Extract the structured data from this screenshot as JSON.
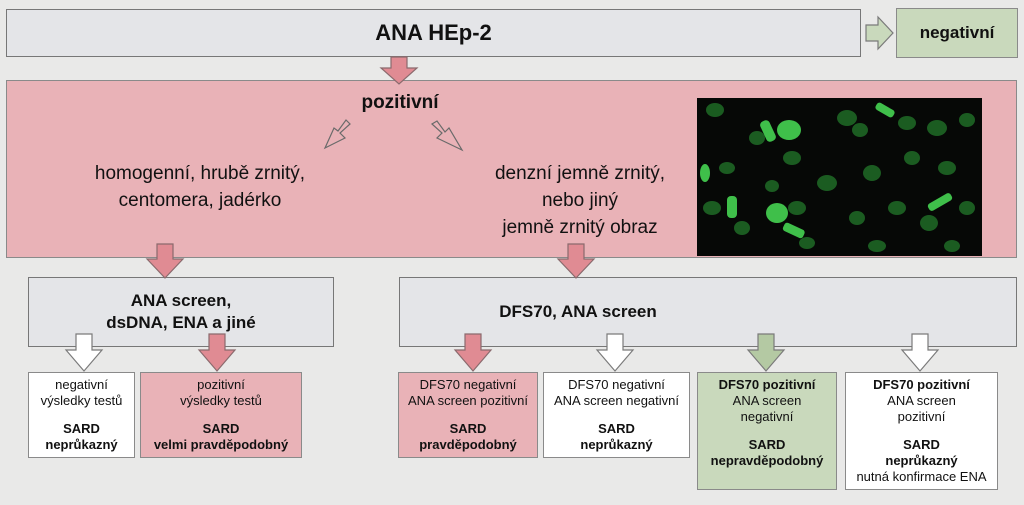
{
  "top": {
    "title": "ANA HEp-2",
    "negative_label": "negativní"
  },
  "positive": {
    "label": "pozitivní",
    "left_pattern": [
      "homogenní, hrubě zrnitý,",
      "centomera, jadérko"
    ],
    "right_pattern": [
      "denzní jemně zrnitý,",
      "nebo jiný",
      "jemně zrnitý obraz"
    ]
  },
  "left_test": [
    "ANA screen,",
    "dsDNA, ENA a jiné"
  ],
  "right_test": "DFS70, ANA screen",
  "outcomes": [
    {
      "line1": "negativní",
      "line2": "výsledky testů",
      "line3": "",
      "sard": "SARD",
      "verdict": "neprůkazný",
      "extra": "",
      "color": "#ffffff",
      "arrow": "white"
    },
    {
      "line1": "pozitivní",
      "line2": "výsledky testů",
      "line3": "",
      "sard": "SARD",
      "verdict": "velmi pravděpodobný",
      "extra": "",
      "color": "#e9b2b7",
      "arrow": "pink"
    },
    {
      "line1": "DFS70 negativní",
      "line2": "ANA screen pozitivní",
      "line3": "",
      "sard": "SARD",
      "verdict": "pravděpodobný",
      "extra": "",
      "color": "#e9b2b7",
      "arrow": "pink"
    },
    {
      "line1": "DFS70 negativní",
      "line2": "ANA screen negativní",
      "line3": "",
      "sard": "SARD",
      "verdict": "neprůkazný",
      "extra": "",
      "color": "#ffffff",
      "arrow": "white"
    },
    {
      "line1": "DFS70 pozitivní",
      "line2": "ANA screen",
      "line3": "negativní",
      "sard": "SARD",
      "verdict": "nepravděpodobný",
      "extra": "",
      "color": "#c9d9bc",
      "arrow": "green"
    },
    {
      "line1": "DFS70 pozitivní",
      "line2": "ANA screen",
      "line3": "pozitivní",
      "sard": "SARD",
      "verdict": "neprůkazný",
      "extra": "nutná konfirmace ENA",
      "color": "#ffffff",
      "arrow": "white"
    }
  ],
  "colors": {
    "pink": "#e9b2b7",
    "green": "#c9d9bc",
    "gray": "#e4e5e8",
    "arrow_pink": "#e08b93",
    "arrow_green": "#b4c9a3",
    "fluor": "#3fbf4a"
  }
}
